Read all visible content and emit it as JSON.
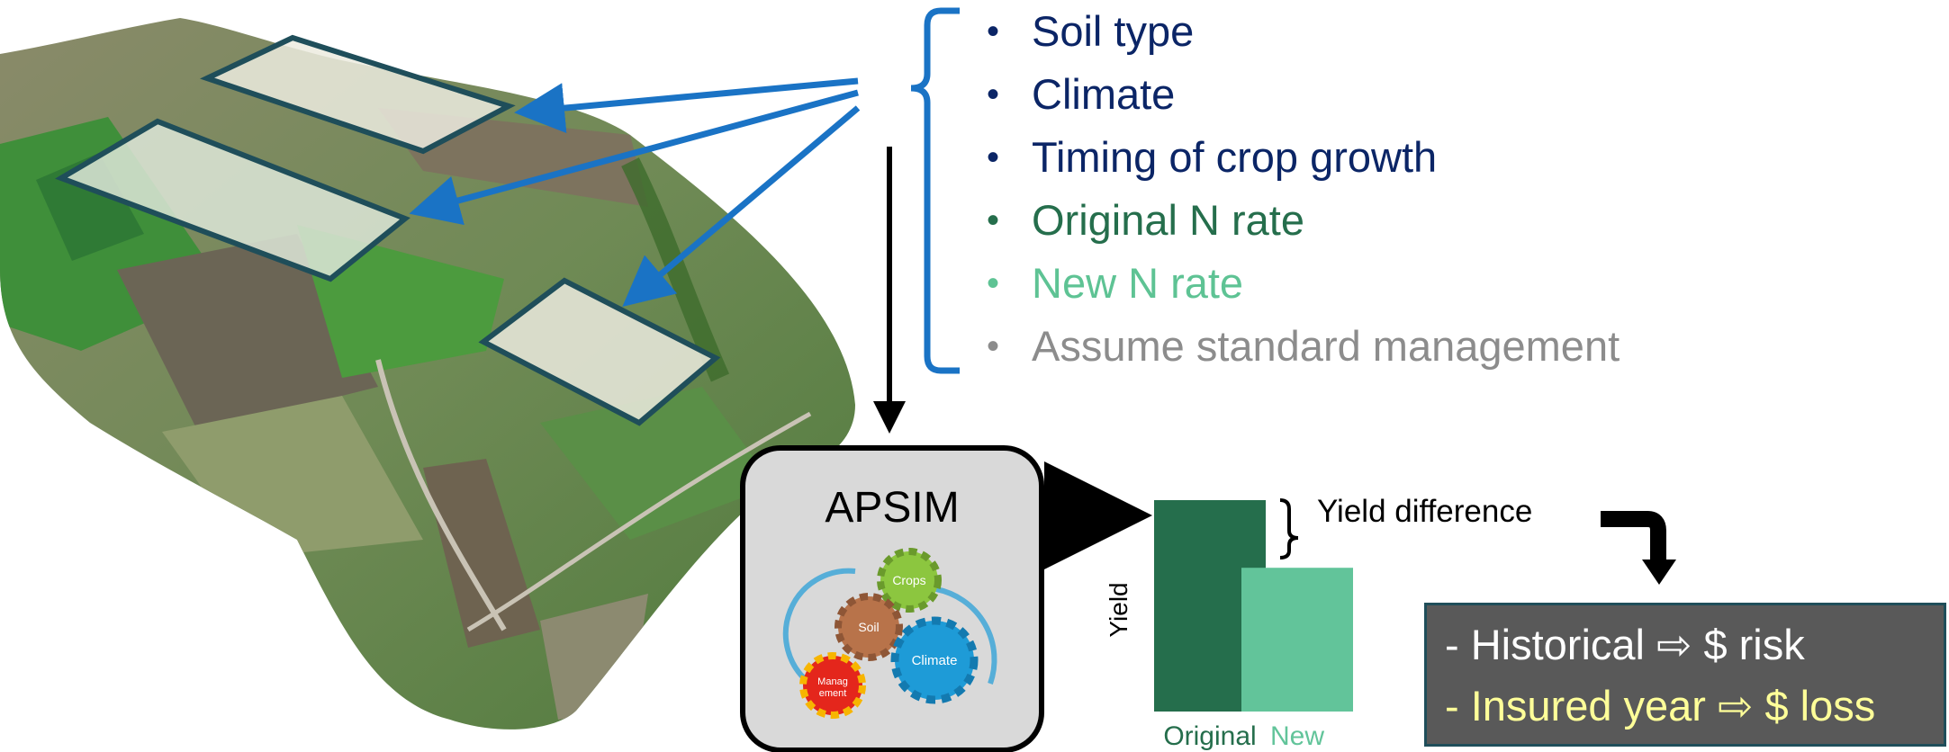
{
  "factors": [
    {
      "text": "Soil type",
      "color": "#0b2566"
    },
    {
      "text": "Climate",
      "color": "#0b2566"
    },
    {
      "text": "Timing of crop growth",
      "color": "#0b2566"
    },
    {
      "text": "Original N rate",
      "color": "#256e4c"
    },
    {
      "text": "New N rate",
      "color": "#5ec394"
    },
    {
      "text": "Assume standard management",
      "color": "#8c8c8c"
    }
  ],
  "bullet_symbol": "•",
  "model": {
    "title": "APSIM",
    "gears": [
      {
        "label": "Crops",
        "color": "#8cc63f"
      },
      {
        "label": "Soil",
        "color": "#b8734a"
      },
      {
        "label": "Climate",
        "color": "#1e9bd7"
      },
      {
        "label": "Management",
        "lines": [
          "Manag",
          "ement"
        ],
        "color": "#e4261c"
      }
    ]
  },
  "chart_data": {
    "type": "bar",
    "ylabel": "Yield",
    "categories": [
      "Original",
      "New"
    ],
    "values": [
      1.0,
      0.68
    ],
    "colors": [
      "#256e4c",
      "#62c49a"
    ],
    "annotation": "Yield difference"
  },
  "outcomes": [
    {
      "text": "- Historical ⇨ $ risk",
      "color": "#ffffff"
    },
    {
      "text": "- Insured year ⇨ $ loss",
      "color": "#ffff99"
    }
  ],
  "colors": {
    "bracket": "#1a73c5",
    "field_outline": "#1f4e5a",
    "arrow": "#000000",
    "model_box_fill": "#d9d9d9",
    "outcome_box_fill": "#595959"
  }
}
